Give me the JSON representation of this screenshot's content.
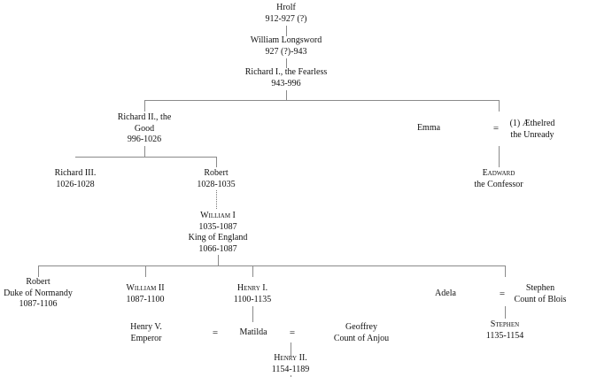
{
  "tree": {
    "hrolf": {
      "name": "Hrolf",
      "dates": "912-927 (?)"
    },
    "william_longsword": {
      "name": "William Longsword",
      "dates": "927 (?)-943"
    },
    "richard_i": {
      "name": "Richard I., the Fearless",
      "dates": "943-996"
    },
    "richard_ii": {
      "name1": "Richard II., the",
      "name2": "Good",
      "dates": "996-1026"
    },
    "emma": {
      "name": "Emma"
    },
    "aethelred": {
      "name1": "(1) Æthelred",
      "name2": "the Unready"
    },
    "eadward": {
      "name1": "Eadward",
      "name2": "the Confessor"
    },
    "richard_iii": {
      "name": "Richard III.",
      "dates": "1026-1028"
    },
    "robert": {
      "name": "Robert",
      "dates": "1028-1035"
    },
    "william_i": {
      "name": "William I",
      "dates": "1035-1087",
      "title": "King of England",
      "title_dates": "1066-1087"
    },
    "robert_duke": {
      "name": "Robert",
      "title": "Duke of Normandy",
      "dates": "1087-1106"
    },
    "william_ii": {
      "name": "William II",
      "dates": "1087-1100"
    },
    "henry_i": {
      "name": "Henry I.",
      "dates": "1100-1135"
    },
    "adela": {
      "name": "Adela"
    },
    "stephen_blois": {
      "name": "Stephen",
      "title": "Count of Blois"
    },
    "stephen": {
      "name": "Stephen",
      "dates": "1135-1154"
    },
    "henry_v": {
      "name": "Henry V.",
      "title": "Emperor"
    },
    "matilda": {
      "name": "Matilda"
    },
    "geoffrey": {
      "name": "Geoffrey",
      "title": "Count of Anjou"
    },
    "henry_ii": {
      "name": "Henry II.",
      "dates": "1154-1189"
    }
  },
  "marriage_symbol": "="
}
